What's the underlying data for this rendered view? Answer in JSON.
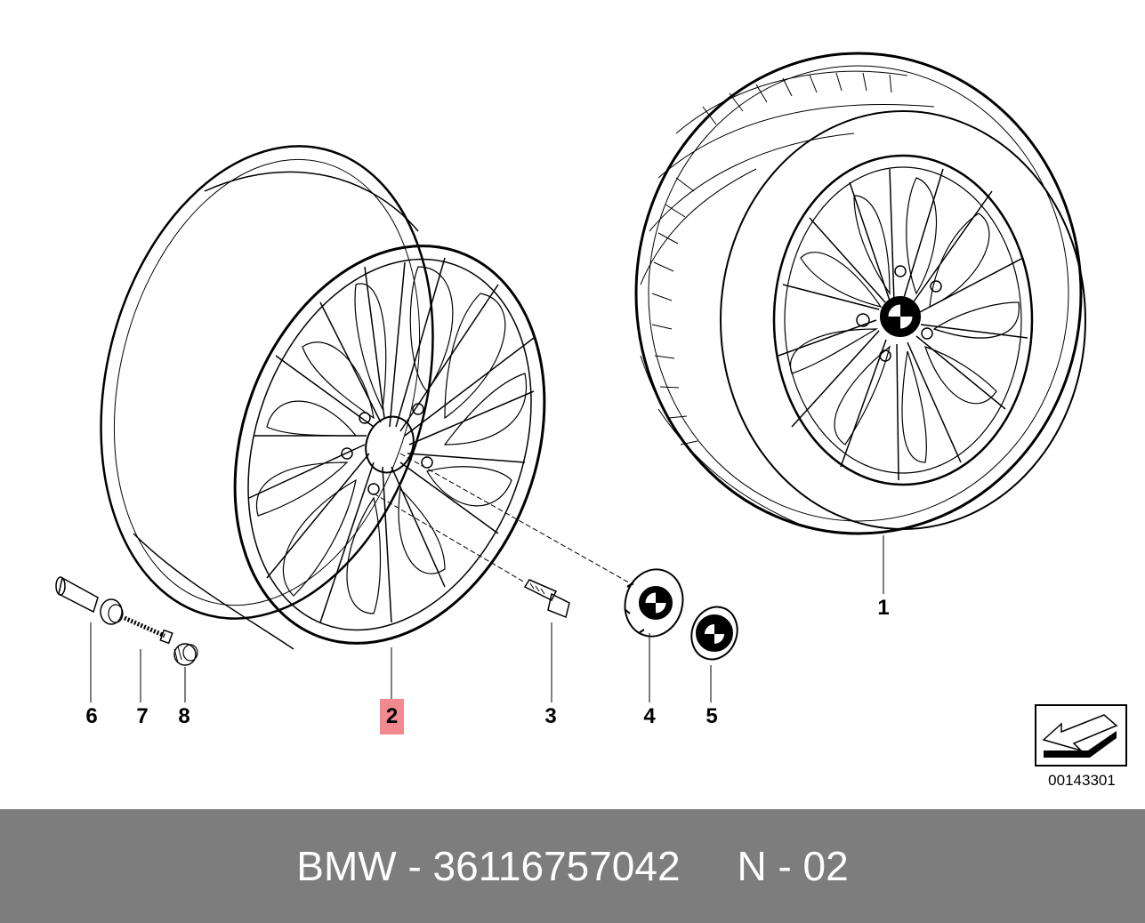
{
  "callouts": {
    "c1": "1",
    "c2": "2",
    "c3": "3",
    "c4": "4",
    "c5": "5",
    "c6": "6",
    "c7": "7",
    "c8": "8"
  },
  "highlighted_callout": "2",
  "highlight_color": "#f08a8f",
  "reference_code": "00143301",
  "footer": {
    "brand": "BMW",
    "part_number": "36116757042",
    "position": "N - 02",
    "text": "BMW - 36116757042     N - 02",
    "background": "#7d7d7d"
  }
}
